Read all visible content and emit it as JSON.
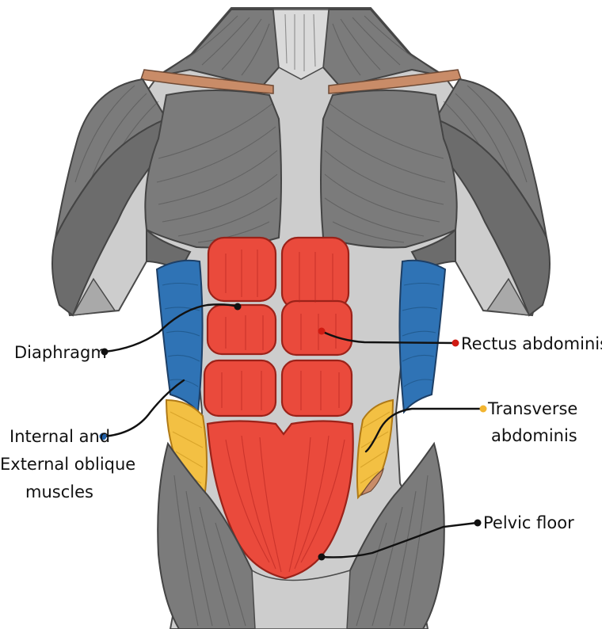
{
  "labels": {
    "diaphragm": "Diaphragm",
    "rectus_abdominis": "Rectus abdominis",
    "transverse_line1": "Transverse",
    "transverse_line2": "abdominis",
    "oblique_line1": "Internal and",
    "oblique_line2": "External oblique",
    "oblique_line3": "muscles",
    "pelvic_floor": "Pelvic floor"
  },
  "colors": {
    "rectus_abdominis": "#ea4a3c",
    "oblique_muscles": "#2f73b5",
    "transverse_abdominis": "#f3c043",
    "diaphragm_marker": "#111111",
    "pelvic_floor_marker": "#111111",
    "rectus_marker": "#d01b12",
    "oblique_marker": "#1f5fa8",
    "transverse_marker": "#f2b531",
    "grey_muscle": "#7b7b7b",
    "fascia": "#cfcfcf",
    "clavicle": "#c98c68"
  }
}
